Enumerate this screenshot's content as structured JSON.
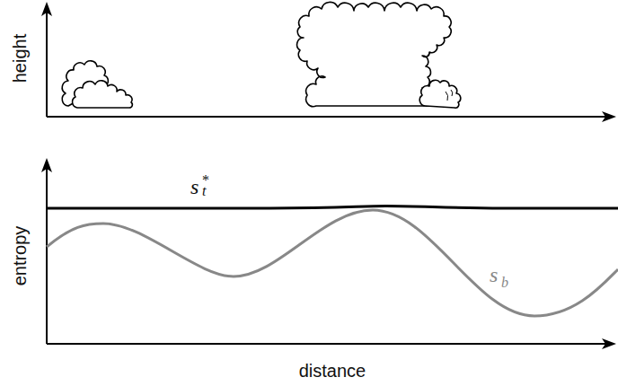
{
  "diagram": {
    "labels": [
      "height",
      "entropy",
      "distance",
      "s",
      "t",
      "*",
      "s",
      "b"
    ]
  }
}
